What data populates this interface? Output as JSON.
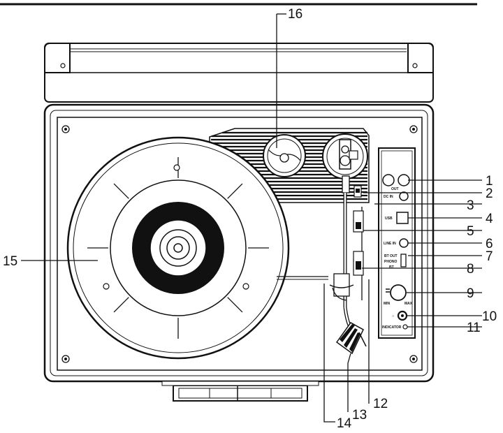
{
  "callouts": {
    "c1": "1",
    "c2": "2",
    "c3": "3",
    "c4": "4",
    "c5": "5",
    "c6": "6",
    "c7": "7",
    "c8": "8",
    "c9": "9",
    "c10": "10",
    "c11": "11",
    "c12": "12",
    "c13": "13",
    "c14": "14",
    "c15": "15",
    "c16": "16"
  },
  "panel": {
    "out": "OUT",
    "dc_in": "DC IN",
    "usb": "USB",
    "line_in": "LINE IN",
    "bt_out": "BT OUT",
    "phono": "PHONO",
    "bt": "BT",
    "min": "MIN",
    "max": "MAX",
    "indicator": "INDICATOR"
  }
}
